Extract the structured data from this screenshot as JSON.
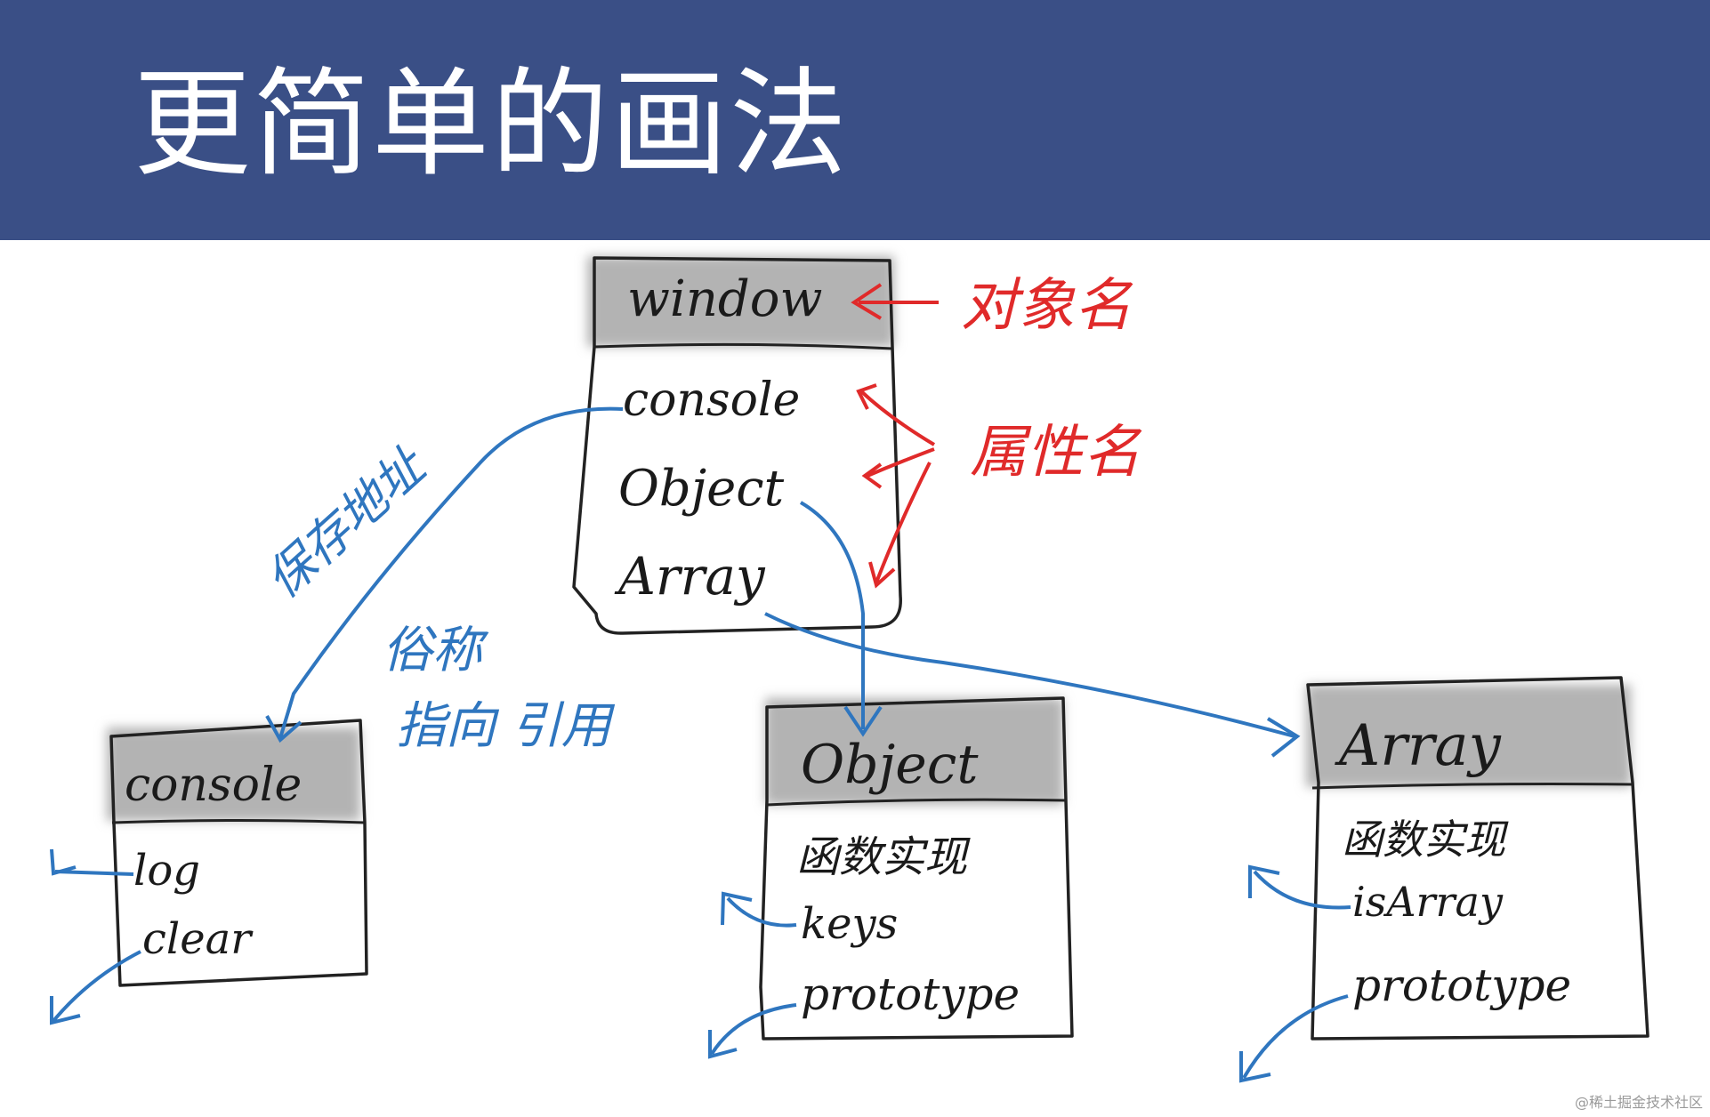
{
  "slide": {
    "title": "更简单的画法"
  },
  "boxes": {
    "window": {
      "header": "window",
      "fields": [
        "console",
        "Object",
        "Array"
      ]
    },
    "console": {
      "header": "console",
      "fields": [
        "log",
        "clear"
      ]
    },
    "object": {
      "header": "Object",
      "fields": [
        "函数实现",
        "keys",
        "prototype"
      ]
    },
    "array": {
      "header": "Array",
      "fields": [
        "函数实现",
        "isArray",
        "prototype"
      ]
    }
  },
  "annotations": {
    "object_name": "对象名",
    "property_name": "属性名",
    "save_address": "保存地址",
    "alias": "俗称",
    "points_to_reference": "指向 引用"
  },
  "colors": {
    "header_bg": "#3a4f86",
    "red": "#e02a2a",
    "blue": "#2f76bf",
    "box_header": "#b3b3b3"
  },
  "watermark": "@稀土掘金技术社区"
}
